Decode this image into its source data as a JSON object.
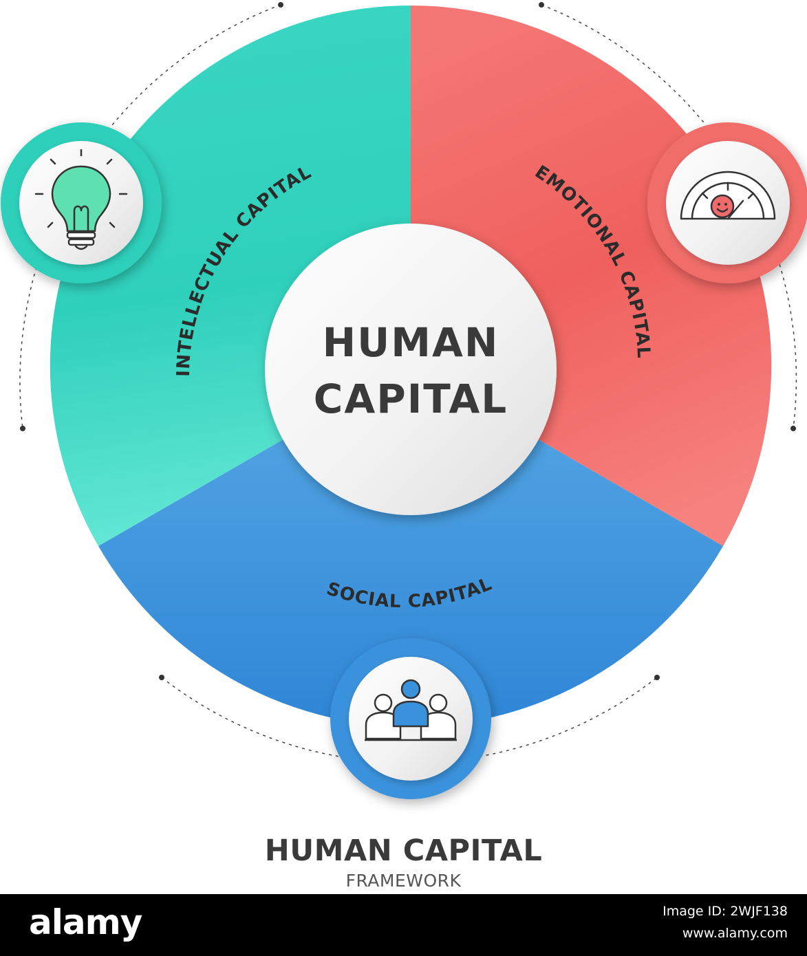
{
  "diagram": {
    "center": {
      "line1": "HUMAN",
      "line2": "CAPITAL"
    },
    "segments": [
      {
        "id": "intellectual",
        "label": "INTELLECTUAL CAPITAL",
        "color_light": "#5fe6d2",
        "color_dark": "#22c9b2",
        "icon": "lightbulb-icon"
      },
      {
        "id": "emotional",
        "label": "EMOTIONAL CAPITAL",
        "color_light": "#f68a86",
        "color_dark": "#ef5f5b",
        "icon": "emotion-meter-icon"
      },
      {
        "id": "social",
        "label": "SOCIAL CAPITAL",
        "color_light": "#55a9e6",
        "color_dark": "#2f86d8",
        "icon": "team-icon"
      }
    ]
  },
  "footer": {
    "title": "HUMAN CAPITAL",
    "subtitle": "FRAMEWORK"
  },
  "watermark": {
    "text": "alamy",
    "image_id": "Image ID: 2WJF138",
    "site": "www.alamy.com"
  }
}
